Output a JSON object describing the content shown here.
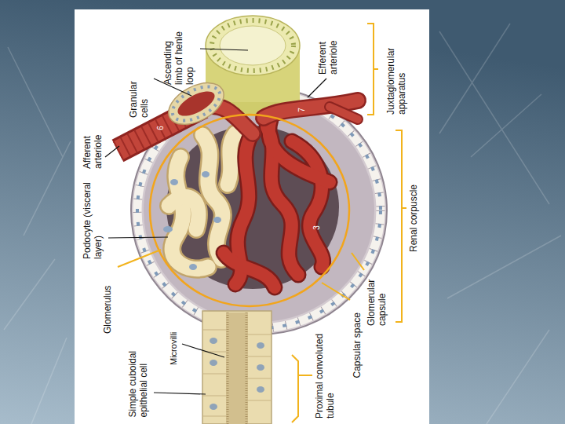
{
  "diagram": {
    "labels": [
      "Ascending limb of henle loop",
      "Granular cells",
      "Efferent arteriole",
      "Juxtaglomerular apparatus",
      "Afferent arteriole",
      "Podocyte (visceral layer)",
      "Renal corpuscle",
      "Glomerulus",
      "Glomerular capsule",
      "Capsular space",
      "Microvilli",
      "Simple cuboidal epithelial cell",
      "Proximal convoluted tubule",
      "6",
      "7",
      "3"
    ]
  }
}
